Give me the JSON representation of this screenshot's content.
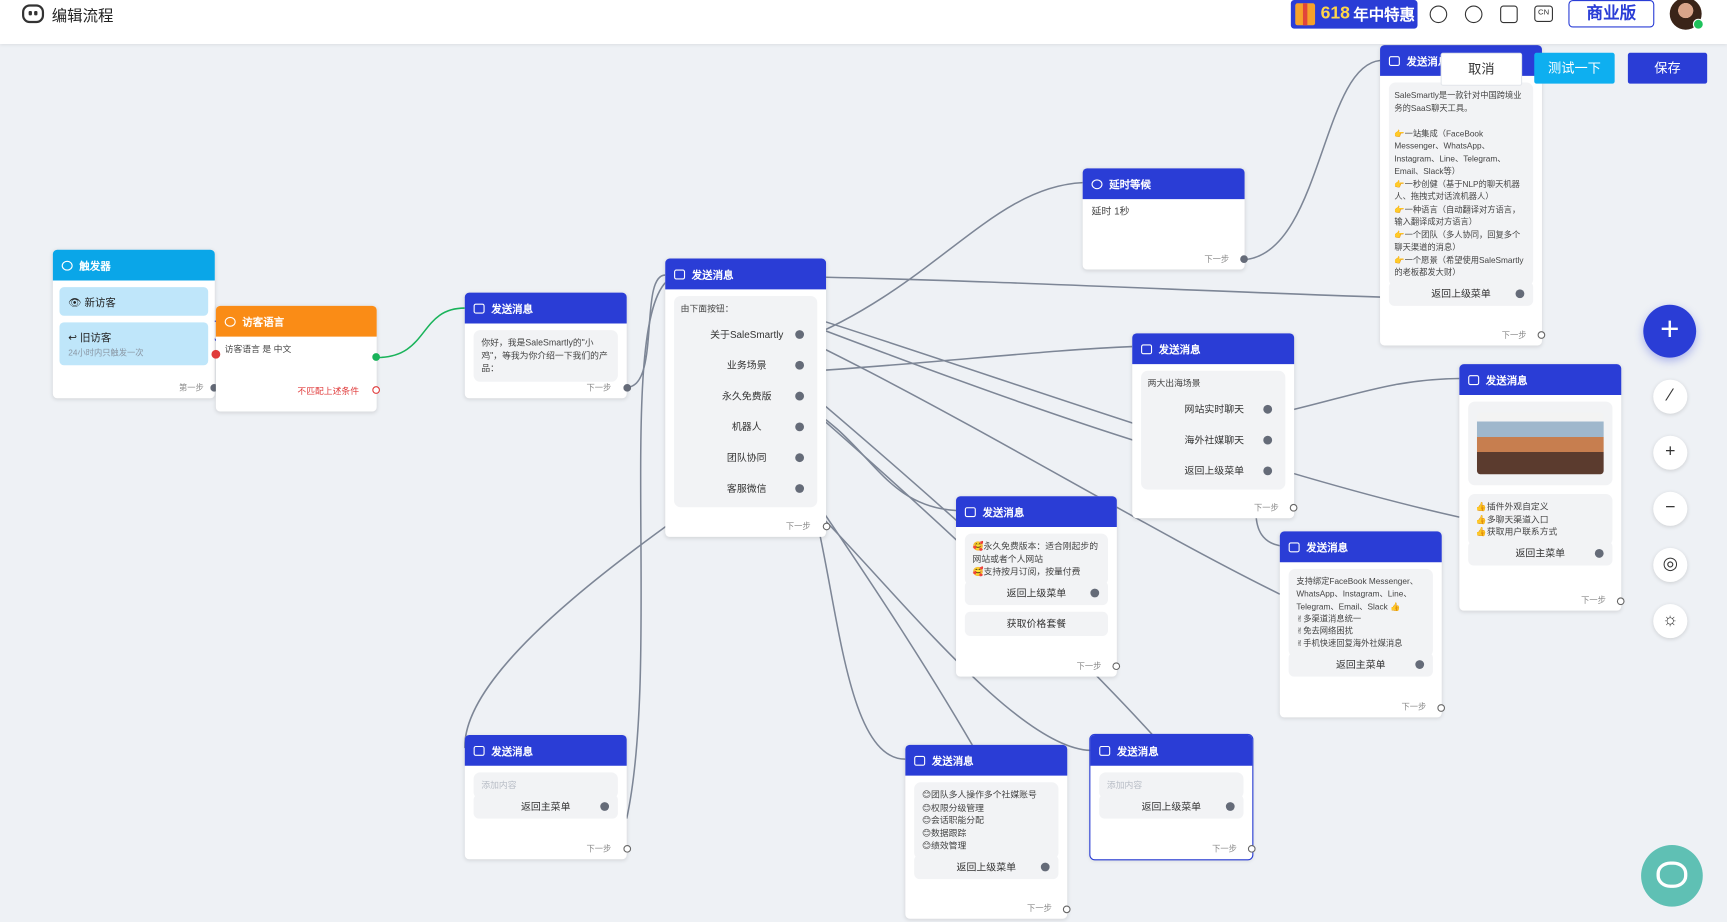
{
  "header": {
    "title": "编辑流程",
    "promo_number": "618",
    "promo_text": "年中特惠",
    "plan_label": "商业版",
    "cn_label": "CN"
  },
  "actions": {
    "cancel": "取消",
    "test": "测试一下",
    "save": "保存"
  },
  "colors": {
    "primary": "#2a3dd6",
    "trigger": "#0aa6e8",
    "condition": "#fa8c16",
    "canvas": "#eef1f5"
  },
  "trigger": {
    "title": "触发器",
    "item1": "新访客",
    "item2": "旧访客",
    "item2_sub": "24小时内只触发一次",
    "foot": "第一步"
  },
  "condition": {
    "title": "访客语言",
    "rule": "访客语言 是 中文",
    "else": "不匹配上述条件"
  },
  "nodes": {
    "send_title": "发送消息",
    "next": "下一步",
    "intro": {
      "text": "你好，我是SaleSmartly的\"小鸡\"，等我为你介绍一下我们的产品："
    },
    "menu": {
      "prompt": "由下面按钮：",
      "options": [
        "关于SaleSmartly",
        "业务场景",
        "永久免费版",
        "机器人",
        "团队协同",
        "客服微信"
      ]
    },
    "delay": {
      "title": "延时等候",
      "text": "延时 1秒"
    },
    "about": {
      "text": "SaleSmartly是一款针对中国跨境业务的SaaS聊天工具。\n\n👉一站集成（FaceBook Messenger、WhatsApp、Instagram、Line、Telegram、Email、Slack等）\n👉一秒创健（基于NLP的聊天机器人、拖拽式对话流机器人）\n👉一种语言（自动翻译对方语言，输入翻译成对方语言）\n👉一个团队（多人协同，回复多个聊天渠道的消息）\n👉一个愿景（希望使用SaleSmartly的老板都发大财）",
      "button": "返回上级菜单"
    },
    "scenes": {
      "prompt": "两大出海场景",
      "options": [
        "网站实时聊天",
        "海外社媒聊天",
        "返回上级菜单"
      ]
    },
    "widget": {
      "text": "👍插件外观自定义\n👍多聊天渠道入口\n👍获取用户联系方式",
      "button": "返回主菜单"
    },
    "free": {
      "text": "🥰永久免费版本：适合刚起步的网站或者个人网站\n🥰支持按月订阅，按量付费",
      "buttons": [
        "返回上级菜单",
        "获取价格套餐"
      ]
    },
    "social": {
      "text": "支持绑定FaceBook Messenger、WhatsApp、Instagram、Line、Telegram、Email、Slack 👍\n✌多渠道消息统一\n✌免去网络困扰\n✌手机快速回复海外社媒消息",
      "button": "返回主菜单"
    },
    "robot": {
      "placeholder": "添加内容",
      "button": "返回主菜单"
    },
    "team": {
      "text": "😊团队多人操作多个社媒账号\n😊权限分级管理\n😊会话职能分配\n😊数据跟踪\n😊绩效管理",
      "button": "返回上级菜单"
    },
    "wechat": {
      "placeholder": "添加内容",
      "button": "返回上级菜单"
    }
  }
}
